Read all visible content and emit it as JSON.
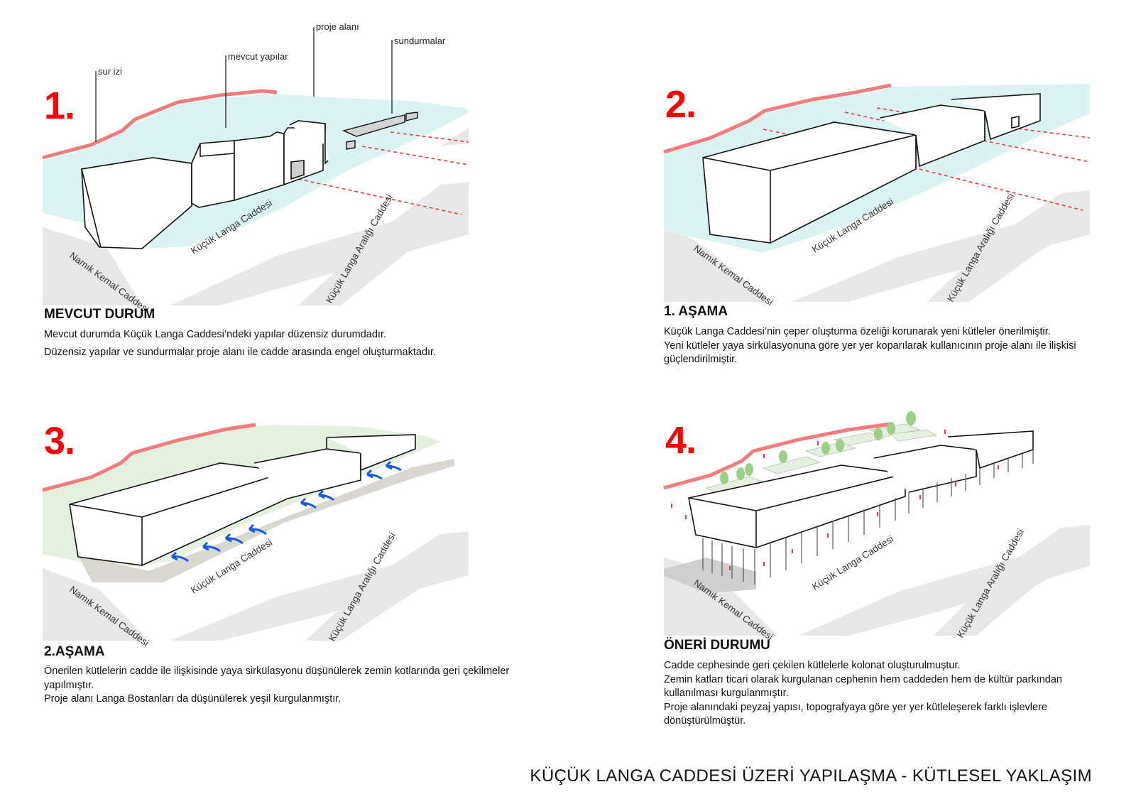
{
  "accent": "#ff0000",
  "colors": {
    "site_blue": "#dcf3f3",
    "site_green": "#e3f1de",
    "road": "#e7e7e7",
    "boundary": "#f27c7c",
    "arrow": "#1a5ae0"
  },
  "panels": [
    {
      "number": "1.",
      "heading": "MEVCUT DURUM",
      "paragraphs": [
        "Mevcut durumda Küçük Langa Caddesi’ndeki yapılar düzensiz durumdadır.",
        "Düzensiz yapılar ve sundurmalar proje alanı ile cadde arasında engel oluşturmaktadır."
      ],
      "callouts": [
        "sur izi",
        "mevcut yapılar",
        "proje alanı",
        "sundurmalar"
      ],
      "roads": [
        "Namık Kemal Caddesi",
        "Küçük Langa Caddesi",
        "Küçük Langa Aralığı Caddesi"
      ]
    },
    {
      "number": "2.",
      "heading": "1. AŞAMA",
      "paragraphs": [
        "Küçük Langa Caddesi’nin çeper oluşturma özeliği korunarak yeni kütleler önerilmiştir.",
        "Yeni kütleler yaya sirkülasyonuna göre yer yer koparılarak kullanıcının proje alanı ile ilişkisi güçlendirilmiştir."
      ],
      "roads": [
        "Namık Kemal Caddesi",
        "Küçük Langa Caddesi",
        "Küçük Langa Aralığı Caddesi"
      ]
    },
    {
      "number": "3.",
      "heading": "2.AŞAMA",
      "paragraphs": [
        "Önerilen kütlelerin cadde ile ilişkisinde yaya sirkülasyonu düşünülerek zemin kotlarında geri çekilmeler yapılmıştır.",
        "Proje alanı Langa Bostanları da düşünülerek yeşil kurgulanmıştır."
      ],
      "roads": [
        "Namık Kemal Caddesi",
        "Küçük Langa Caddesi",
        "Küçük Langa Aralığı Caddesi"
      ]
    },
    {
      "number": "4.",
      "heading": "ÖNERİ DURUMU",
      "paragraphs": [
        "Cadde cephesinde geri çekilen kütlelerle kolonat oluşturulmuştur.",
        "Zemin katları ticari olarak kurgulanan cephenin hem caddeden hem de kültür parkından kullanılması kurgulanmıştır.",
        "Proje alanındaki peyzaj yapısı, topografyaya göre yer yer kütleleşerek farklı işlevlere dönüştürülmüştür."
      ],
      "roads": [
        "Namık Kemal Caddesi",
        "Küçük Langa Caddesi",
        "Küçük Langa Aralığı Caddesi"
      ]
    }
  ],
  "footer": "KÜÇÜK LANGA CADDESİ ÜZERİ YAPILAŞMA - KÜTLESEL YAKLAŞIM"
}
